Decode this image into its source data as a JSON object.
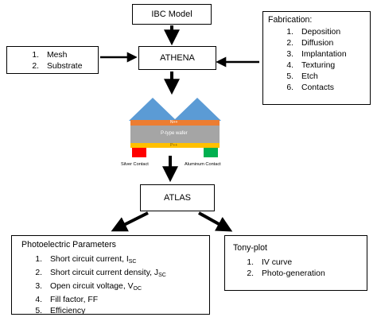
{
  "nodes": {
    "ibc_model": "IBC Model",
    "athena": "ATHENA",
    "atlas": "ATLAS"
  },
  "inputs": {
    "items": [
      {
        "num": "1.",
        "label": "Mesh"
      },
      {
        "num": "2.",
        "label": "Substrate"
      }
    ]
  },
  "fabrication": {
    "title": "Fabrication:",
    "items": [
      {
        "num": "1.",
        "label": "Deposition"
      },
      {
        "num": "2.",
        "label": "Diffusion"
      },
      {
        "num": "3.",
        "label": "Implantation"
      },
      {
        "num": "4.",
        "label": "Texturing"
      },
      {
        "num": "5.",
        "label": "Etch"
      },
      {
        "num": "6.",
        "label": "Contacts"
      }
    ]
  },
  "device": {
    "top_layer": "N++",
    "wafer": "P-type wafer",
    "bottom_layer": "P++",
    "left_contact": "Silver Contact",
    "right_contact": "Aluminum Contact"
  },
  "photoelectric": {
    "title": "Photoelectric Parameters",
    "items": [
      {
        "num": "1.",
        "label": "Short circuit current, I",
        "sub": "SC"
      },
      {
        "num": "2.",
        "label": "Short circuit current density, J",
        "sub": "SC"
      },
      {
        "num": "3.",
        "label": "Open circuit voltage, V",
        "sub": "OC"
      },
      {
        "num": "4.",
        "label": "Fill factor, FF",
        "sub": ""
      },
      {
        "num": "5.",
        "label": "Efficiency",
        "sub": ""
      }
    ]
  },
  "tonyplot": {
    "title": "Tony-plot",
    "items": [
      {
        "num": "1.",
        "label": "IV curve"
      },
      {
        "num": "2.",
        "label": "Photo-generation"
      }
    ]
  },
  "colors": {
    "pyramid": "#5b9bd5",
    "n_layer": "#ed7d31",
    "wafer": "#a5a5a5",
    "p_layer": "#ffc000",
    "silver_contact": "#ff0000",
    "aluminum_contact": "#00b050"
  }
}
